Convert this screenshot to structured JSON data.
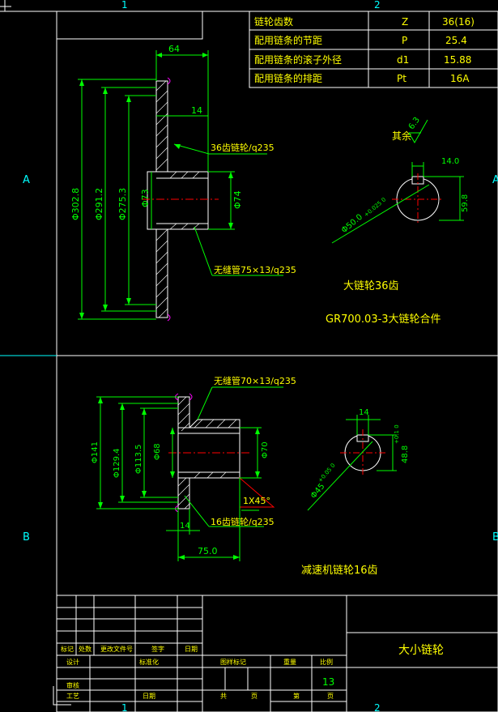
{
  "colors": {
    "background": "#000000",
    "frame": "#ffffff",
    "dimension": "#00ff00",
    "text": "#ffff00",
    "grid_ref": "#00ffff",
    "centerline": "#ff0000",
    "hidden": "#ff00ff"
  },
  "grid_refs": {
    "top_1": "1",
    "top_2": "2",
    "left_A": "A",
    "left_B": "B",
    "right_A": "A",
    "right_B": "B",
    "bottom_1": "1",
    "bottom_2": "2"
  },
  "param_table": [
    {
      "label": "链轮齿数",
      "symbol": "Z",
      "value": "36(16)"
    },
    {
      "label": "配用链条的节距",
      "symbol": "P",
      "value": "25.4"
    },
    {
      "label": "配用链条的滚子外径",
      "symbol": "d1",
      "value": "15.88"
    },
    {
      "label": "配用链条的排距",
      "symbol": "Pt",
      "value": "16A"
    }
  ],
  "upper_part": {
    "dims": {
      "overall_width": "64",
      "hub_width": "14",
      "d1": "Φ302.8",
      "d2": "Φ291.2",
      "d3": "Φ275.3",
      "bore_outer": "Φ73",
      "bore_inner": "Φ74",
      "weld_note": "36齿链轮/q235",
      "pipe_note": "无缝管75×13/q235",
      "roughness_label": "其余",
      "roughness_value": "6.3",
      "key_width": "14.0",
      "key_depth": "59.8",
      "key_bore": "Φ50.0",
      "key_bore_tol": "+0.025\n0"
    },
    "caption": "大链轮36齿",
    "assembly_caption": "GR700.03-3大链轮合件"
  },
  "lower_part": {
    "dims": {
      "pipe_note": "无缝管70×13/q235",
      "d1": "Φ141",
      "d2": "Φ129.4",
      "d3": "Φ113.5",
      "bore_left": "Φ68",
      "bore_right": "Φ70",
      "chamfer": "1X45°",
      "hub_width": "14",
      "sprocket_note": "16齿链轮/q235",
      "overall_width": "75.0",
      "key_width": "14",
      "key_depth": "48.8",
      "key_depth_tol": "+0.1\n0",
      "key_bore": "Φ45",
      "key_bore_tol": "+0.05\n0"
    },
    "caption": "减速机链轮16齿"
  },
  "title_block": {
    "title": "大小链轮",
    "sheet_info": "13",
    "row_labels": [
      "标记",
      "处数",
      "更改文件号",
      "签字",
      "日期"
    ],
    "design": "设计",
    "standard": "标准化",
    "check": "审核",
    "process": "工艺",
    "date": "日期",
    "stage_mark": "图样标记",
    "weight": "重量",
    "scale": "比例",
    "total": "共",
    "sheet": "页",
    "page_no": "第",
    "page": "页"
  }
}
